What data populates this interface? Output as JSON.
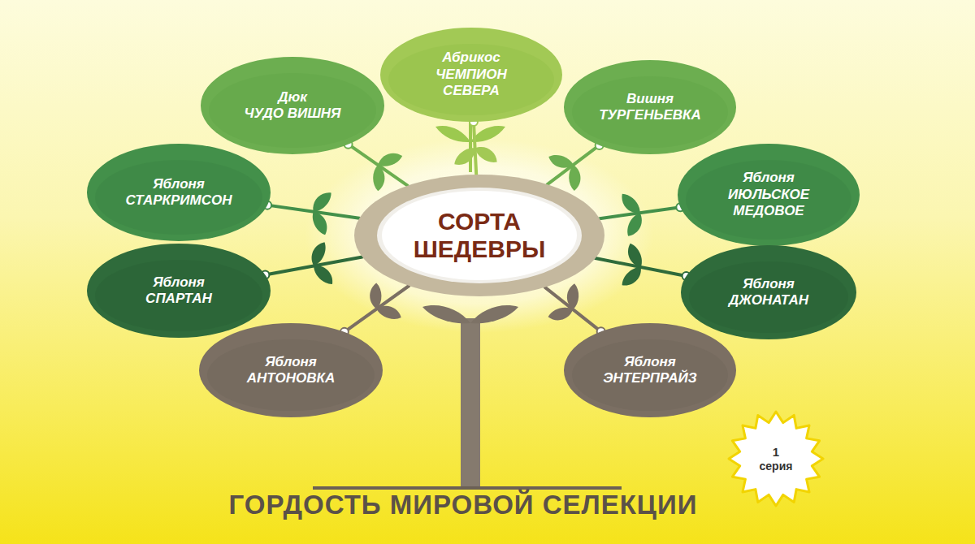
{
  "diagram": {
    "title": "ГОРДОСТЬ МИРОВОЙ СЕЛЕКЦИИ",
    "nodes": [
      {
        "text": [
          "Абрикос",
          "ЧЕМПИОН СЕВЕРА"
        ]
      },
      {
        "text": [
          "Дюк",
          "ЧУДО ВИШНЯ"
        ]
      },
      {
        "text": [
          "Вишня",
          "ТУРГЕНЬЕВКА"
        ]
      },
      {
        "text": [
          "Яблоня",
          "СТАРКРИМСОН"
        ]
      },
      {
        "text": [
          "Яблоня",
          "ИЮЛЬСКОЕ МЕДОВОЕ"
        ]
      },
      {
        "text": [
          "СОРТА ШЕДЕВРЫ"
        ]
      },
      {
        "text": [
          "Яблоня",
          "СПАРТАН"
        ]
      },
      {
        "text": [
          "Яблоня",
          "ДЖОНАТАН"
        ]
      },
      {
        "text": [
          "Яблоня",
          "АНТОНОВКА"
        ]
      },
      {
        "text": [
          "Яблоня",
          "ЭНТЕРПРАЙЗ"
        ]
      },
      {
        "text": [
          "1",
          "серия"
        ]
      }
    ],
    "edges": [
      {
        "from": 5,
        "to": 0,
        "arrow": "none"
      },
      {
        "from": 5,
        "to": 1,
        "arrow": "none"
      },
      {
        "from": 5,
        "to": 2,
        "arrow": "none"
      },
      {
        "from": 5,
        "to": 3,
        "arrow": "none"
      },
      {
        "from": 5,
        "to": 4,
        "arrow": "none"
      },
      {
        "from": 5,
        "to": 6,
        "arrow": "none"
      },
      {
        "from": 5,
        "to": 7,
        "arrow": "none"
      },
      {
        "from": 5,
        "to": 8,
        "arrow": "none"
      },
      {
        "from": 5,
        "to": 9,
        "arrow": "none"
      }
    ]
  }
}
